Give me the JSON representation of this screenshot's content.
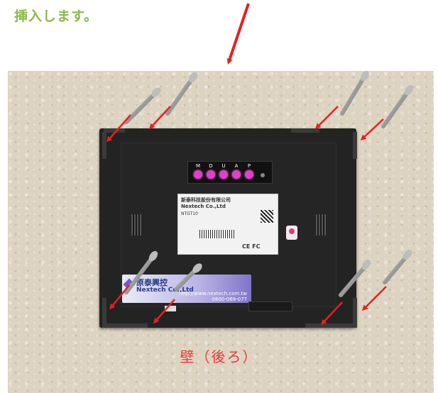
{
  "instruction": {
    "text": "挿入します。"
  },
  "wall": {
    "label": "壁（後ろ）"
  },
  "device": {
    "led_labels": [
      "M",
      "D",
      "U",
      "A",
      "P"
    ],
    "spec_label": {
      "line1": "新泰科技股份有限公司",
      "line2": "Nextech Co.,Ltd",
      "model": "NTGT10",
      "certs": "CE FC"
    },
    "brand": {
      "name_cn": "原泰興控",
      "name_en": "Nextech Co.,Ltd",
      "url": "http://www.nextech.com.tw",
      "phone": "0800-069-077"
    }
  },
  "colors": {
    "heading": "#8cb84a",
    "arrow": "#e62020",
    "wall_label": "#e63a3a",
    "led": "#e040c8"
  }
}
